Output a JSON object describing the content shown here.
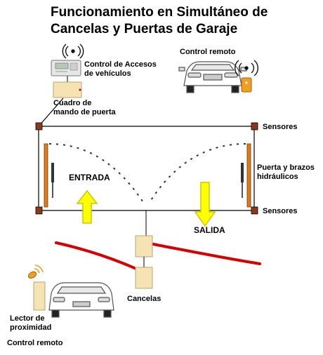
{
  "title_line1": "Funcionamiento en Simultáneo de",
  "title_line2": "Cancelas y Puertas de Garaje",
  "labels": {
    "control_accesos_1": "Control de Accesos",
    "control_accesos_2": "de vehículos",
    "control_remoto_top": "Control remoto",
    "cuadro_1": "Cuadro de",
    "cuadro_2": "mando de puerta",
    "sensores_top": "Sensores",
    "sensores_bottom": "Sensores",
    "puerta_1": "Puerta y brazos",
    "puerta_2": "hidráulicos",
    "entrada": "ENTRADA",
    "salida": "SALIDA",
    "cancelas": "Cancelas",
    "lector_1": "Lector de",
    "lector_2": "proximidad",
    "control_remoto_bottom": "Control remoto"
  },
  "colors": {
    "arrow_fill": "#ffff00",
    "barrier_red": "#d40000",
    "panel_beige": "#f5e3b3",
    "sensor_brown": "#8a3a1a",
    "door_orange": "#e07b1a",
    "remote_orange": "#f0a020"
  },
  "icons": [
    "wireless-signal-icon",
    "access-control-device-icon",
    "car-icon",
    "remote-control-icon",
    "proximity-reader-icon"
  ]
}
